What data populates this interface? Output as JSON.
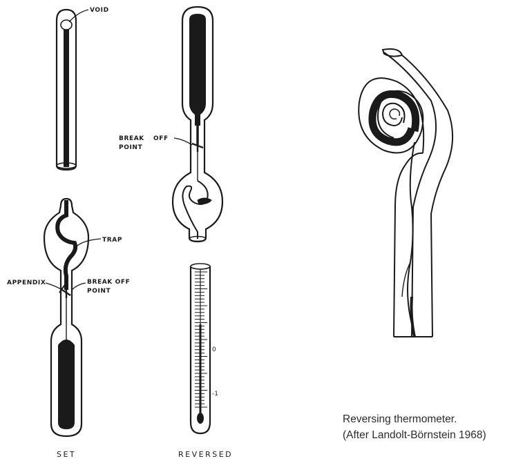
{
  "labels": {
    "void": "VOID",
    "break_off_top_1": "BREAK",
    "break_off_top_2": "OFF",
    "point_top": "POINT",
    "trap": "TRAP",
    "appendix": "APPENDIX",
    "break_off_bottom": "BREAK OFF",
    "point_bottom": "POINT"
  },
  "scale_labels": {
    "zero": "0",
    "minus_one": "-1"
  },
  "captions": {
    "set": "SET",
    "reversed": "REVERSED"
  },
  "figure_caption": {
    "line1": "Reversing thermometer.",
    "line2": "(After Landolt-Börnstein 1968)"
  },
  "colors": {
    "ink": "#1a1a1a",
    "paper": "#ffffff"
  }
}
